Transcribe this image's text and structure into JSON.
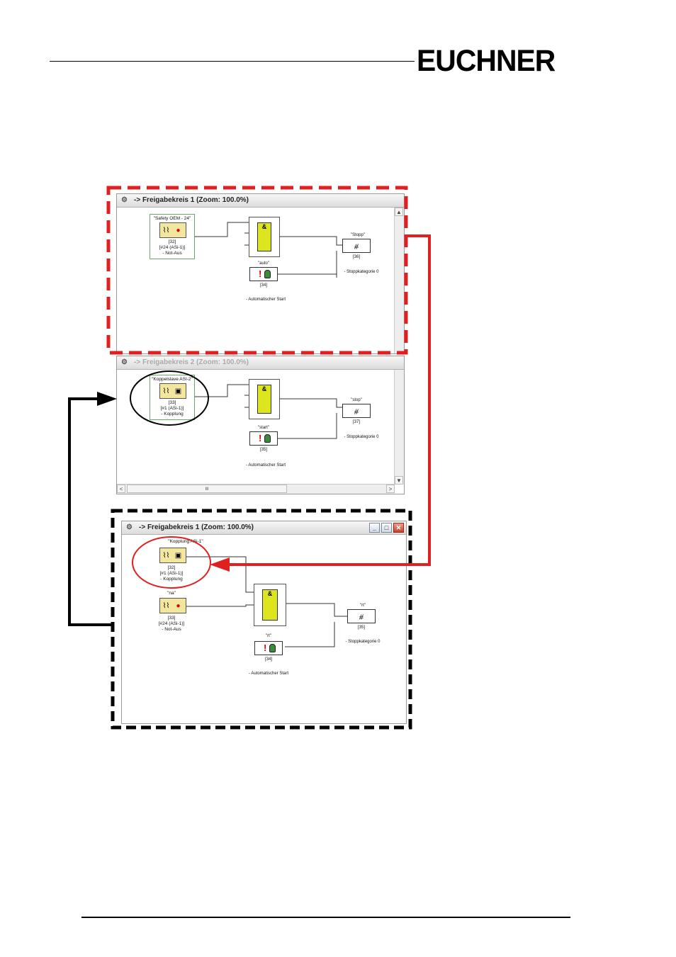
{
  "header": {
    "logo": "EUCHNER"
  },
  "colors": {
    "red_frame": "#e02020",
    "black_frame": "#000000",
    "and_block": "#dde51e",
    "input_block": "#f3e7a0",
    "frame_green": "#6aa86a"
  },
  "window1": {
    "title": "-> Freigabekreis 1 (Zoom: 100.0%)",
    "icon": "gear-icon",
    "input_block": {
      "name": "\"Safety OEM - 24\"",
      "id": "[32]",
      "address": "[#24 (ASi-1)]",
      "desc": "- Not-Aus",
      "icon_left": "switch-icon",
      "icon_right": "emergency-stop-icon"
    },
    "and_label": "&",
    "start_block": {
      "name": "\"auto\"",
      "id": "[34]",
      "desc": "- Automatischer Start"
    },
    "output_block": {
      "name": "\"Stopp\"",
      "id": "[36]",
      "desc": "- Stoppkategorie 0"
    }
  },
  "window2": {
    "title": "-> Freigabekreis 2 (Zoom: 100.0%)",
    "input_block": {
      "name": "\"Koppelslave ASI-2\"",
      "id": "[33]",
      "address": "[#1 (ASi-1)]",
      "desc": "- Kopplung"
    },
    "and_label": "&",
    "start_block": {
      "name": "\"start\"",
      "id": "[35]",
      "desc": "- Automatischer Start"
    },
    "output_block": {
      "name": "\"stop\"",
      "id": "[37]",
      "desc": "- Stoppkategorie 0"
    },
    "scroll_left": "<",
    "scroll_right": ">",
    "scroll_thumb": "III"
  },
  "window3": {
    "title": "-> Freigabekreis 1 (Zoom: 100.0%)",
    "coupling_block": {
      "name": "\"Kopplung ASi-1\"",
      "id": "[32]",
      "address": "[#1 (ASi-1)]",
      "desc": "- Kopplung"
    },
    "estop_block": {
      "name": "\"na\"",
      "id": "[33]",
      "address": "[#24 (ASi-1)]",
      "desc": "- Not-Aus"
    },
    "and_label": "&",
    "start_block": {
      "name": "\"rt\"",
      "id": "[34]",
      "desc": "- Automatischer Start"
    },
    "output_block": {
      "name": "\"rt\"",
      "id": "[35]",
      "desc": "- Stoppkategorie 0"
    },
    "buttons": {
      "minimize": "_",
      "maximize": "□",
      "close": "✕"
    }
  }
}
